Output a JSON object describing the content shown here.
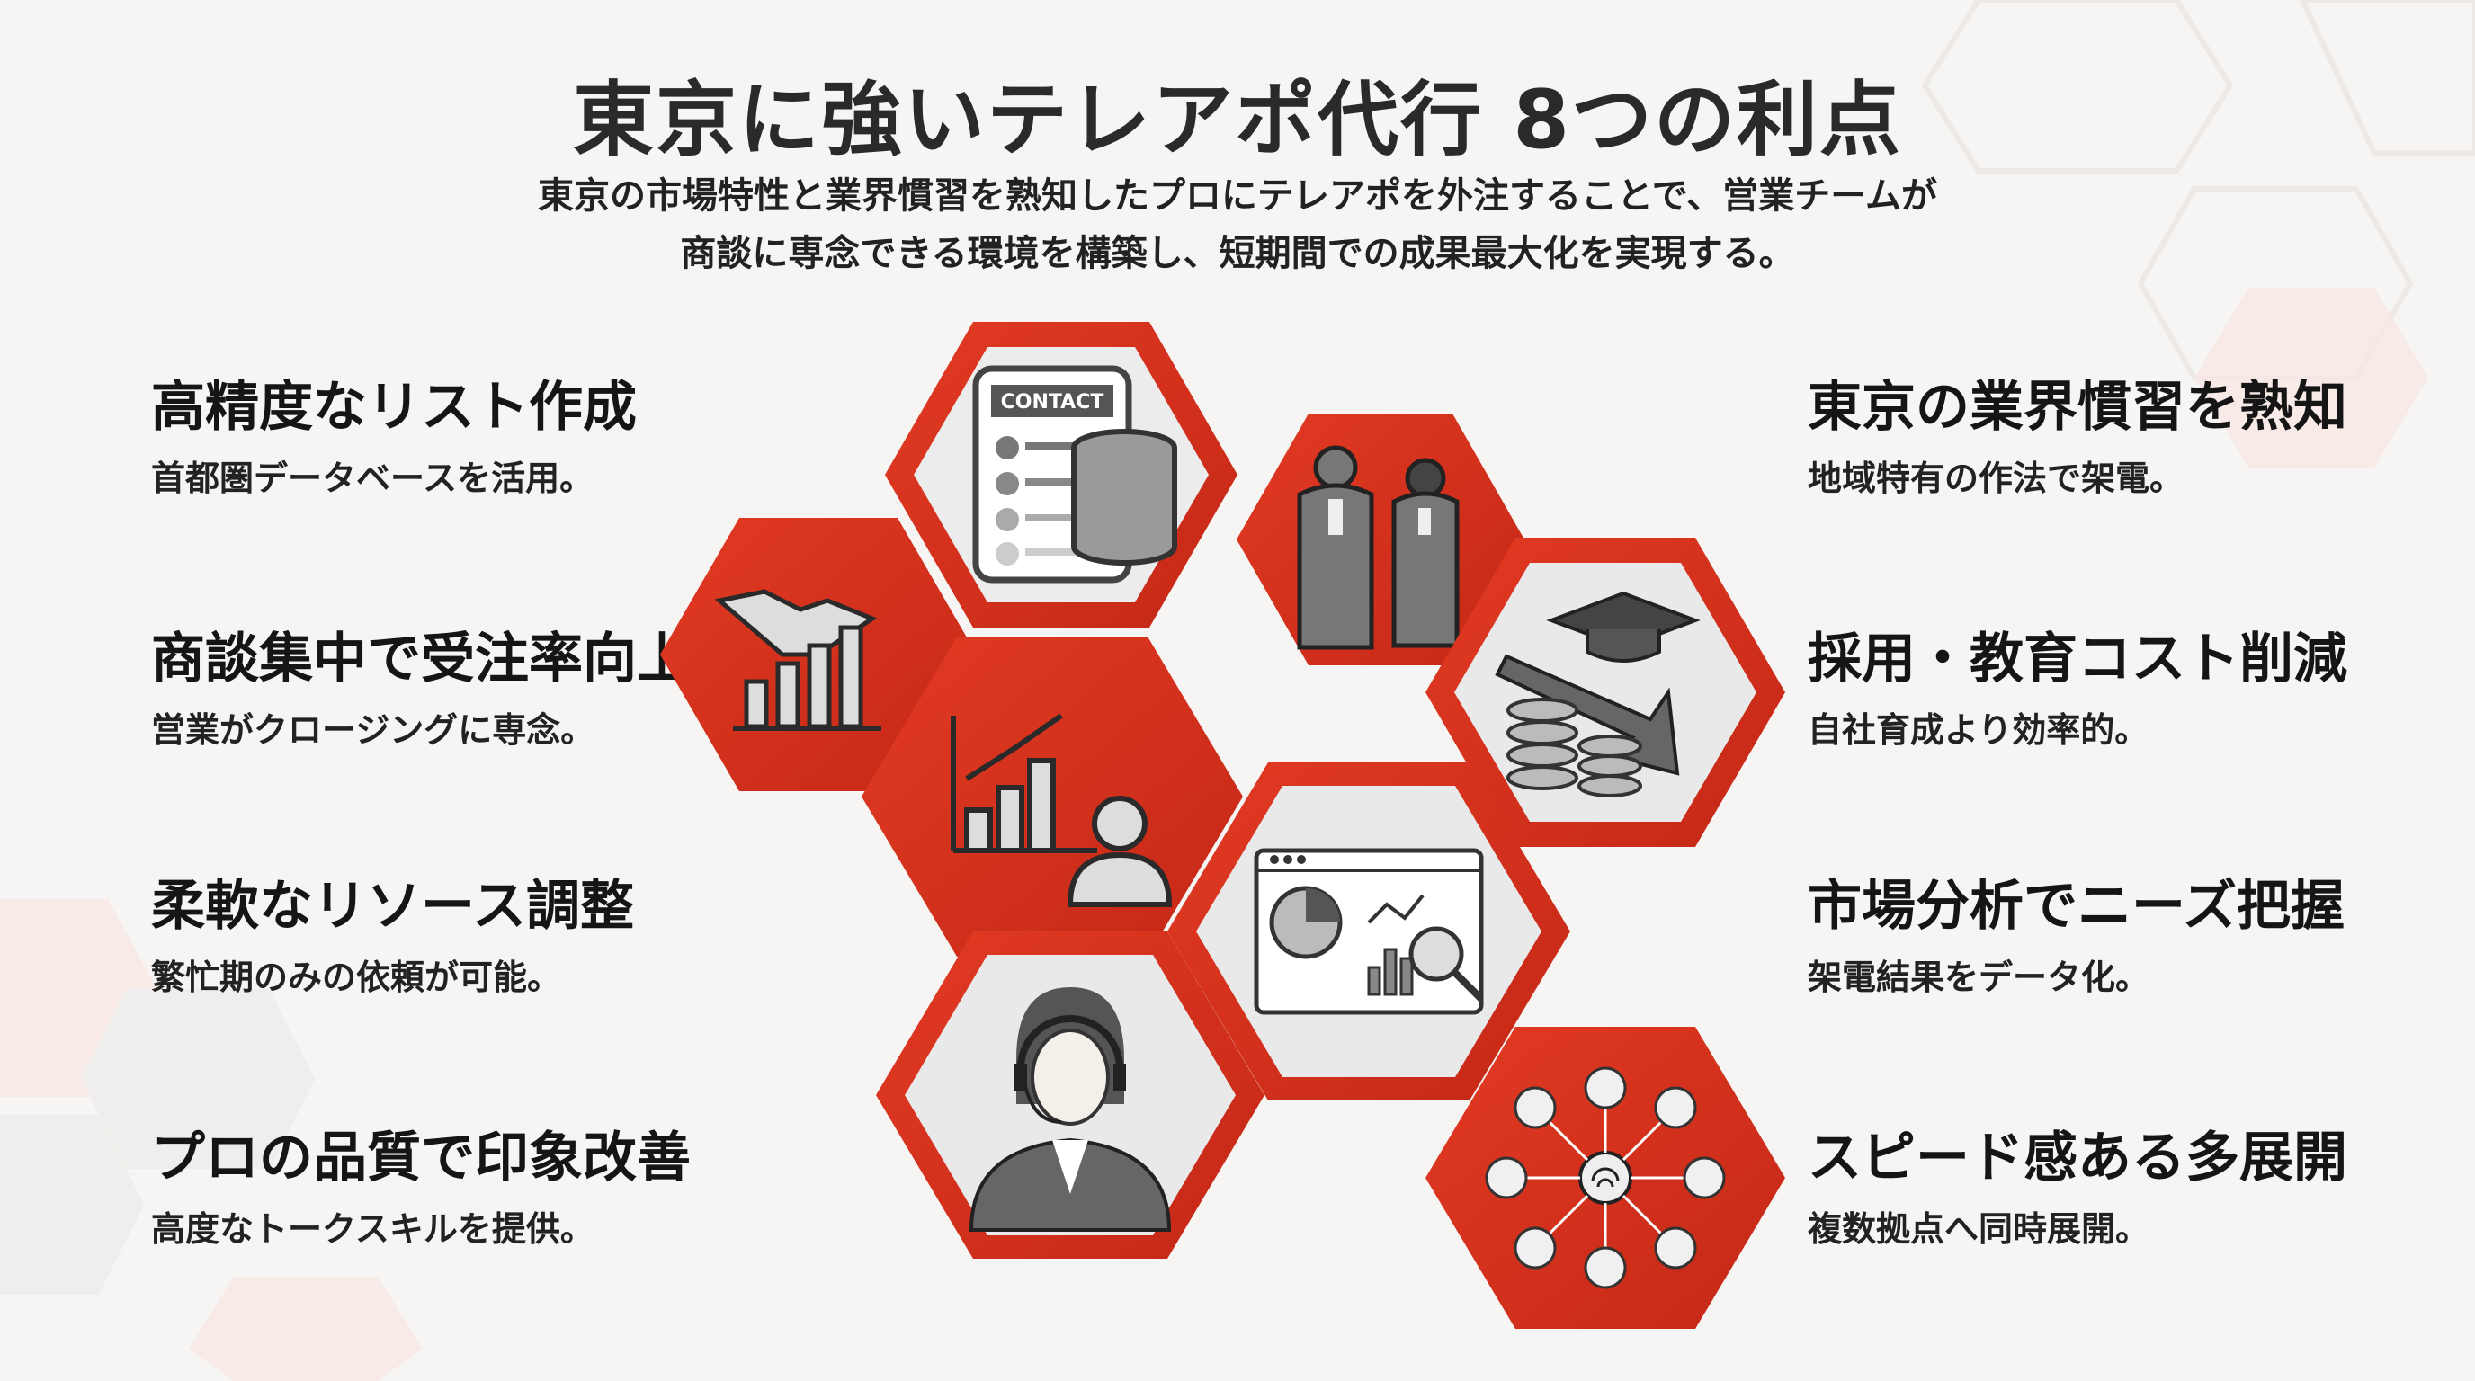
{
  "title": "東京に強いテレアポ代行 8つの利点",
  "subtitle_lines": [
    "東京の市場特性と業界慣習を熟知したプロにテレアポを外注することで、営業チームが",
    "商談に専念できる環境を構築し、短期間での成果最大化を実現する。"
  ],
  "left_features": [
    {
      "title": "高精度なリスト作成",
      "desc": "首都圏データベースを活用。"
    },
    {
      "title": "商談集中で受注率向上",
      "desc": "営業がクロージングに専念。"
    },
    {
      "title": "柔軟なリソース調整",
      "desc": "繁忙期のみの依頼が可能。"
    },
    {
      "title": "プロの品質で印象改善",
      "desc": "高度なトークスキルを提供。"
    }
  ],
  "right_features": [
    {
      "title": "東京の業界慣習を熟知",
      "desc": "地域特有の作法で架電。"
    },
    {
      "title": "採用・教育コスト削減",
      "desc": "自社育成より効率的。"
    },
    {
      "title": "市場分析でニーズ把握",
      "desc": "架電結果をデータ化。"
    },
    {
      "title": "スピード感ある多展開",
      "desc": "複数拠点へ同時展開。"
    }
  ],
  "hex_icons": {
    "contact_label": "CONTACT",
    "names": [
      "contact-database-icon",
      "bowing-businesspeople-icon",
      "handshake-growth-icon",
      "graduation-cost-down-icon",
      "chart-growth-person-icon",
      "analytics-dashboard-icon",
      "operator-headset-icon",
      "network-multi-location-icon"
    ]
  },
  "colors": {
    "accent_red": "#d8321f",
    "dark_red": "#b82414",
    "hex_inner": "#ececec",
    "text": "#1c1c1c"
  }
}
